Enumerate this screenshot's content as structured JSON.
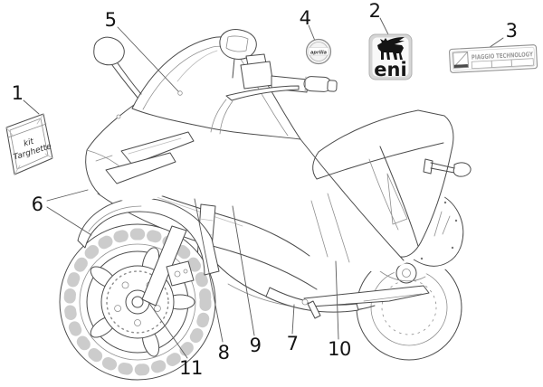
{
  "diagram": {
    "background": "#ffffff",
    "line_color": "#4c4c4c",
    "description": "Scooter parts diagram showing numbered positions of decals and plates"
  },
  "callouts": [
    "1",
    "2",
    "3",
    "4",
    "5",
    "6",
    "7",
    "8",
    "9",
    "10",
    "11"
  ],
  "decals": {
    "kit_package": {
      "line1": "kit",
      "line2": "Targhette"
    },
    "eni_badge": {
      "wordmark": "eni",
      "bg_color": "#d6d6d6",
      "mark_color": "#141414"
    },
    "aprilia_roundel": {
      "wordmark": "aprilia"
    },
    "piaggio_sticker": {
      "title": "PIAGGIO TECHNOLOGY"
    }
  }
}
